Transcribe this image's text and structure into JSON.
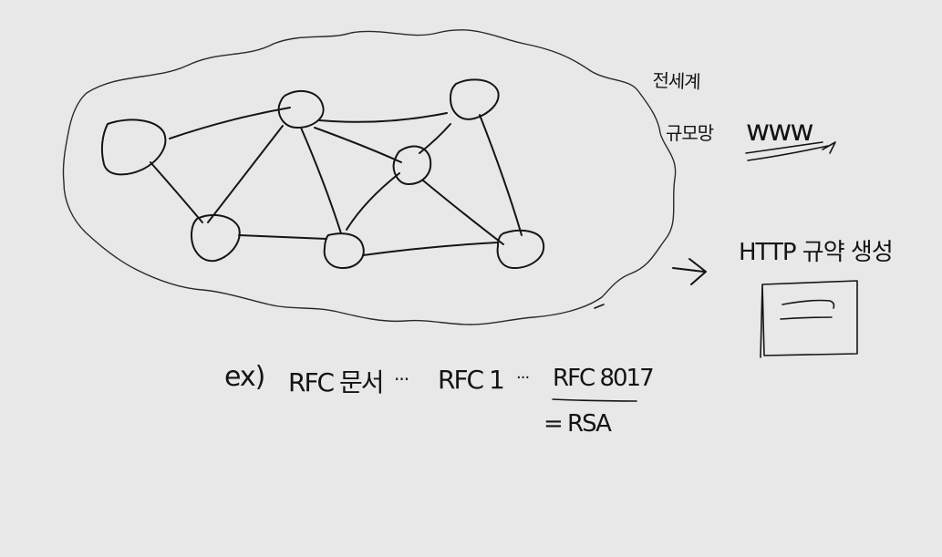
{
  "whiteboard": {
    "background": "#e8e8e8",
    "ink": "#151515"
  },
  "cloud": {
    "nodes": [
      "n1",
      "n2",
      "n3",
      "n4",
      "n5",
      "n6",
      "n7"
    ]
  },
  "annotations": {
    "worldwide": "전세계",
    "network": "규모망",
    "www": "www",
    "http": "HTTP 규약 생성"
  },
  "example_line": {
    "prefix": "ex)",
    "rfc_doc": "RFC 문서",
    "dots1": "···",
    "rfc1": "RFC 1",
    "dots2": "···",
    "rfc8017": "RFC 8017",
    "rsa": "= RSA"
  }
}
